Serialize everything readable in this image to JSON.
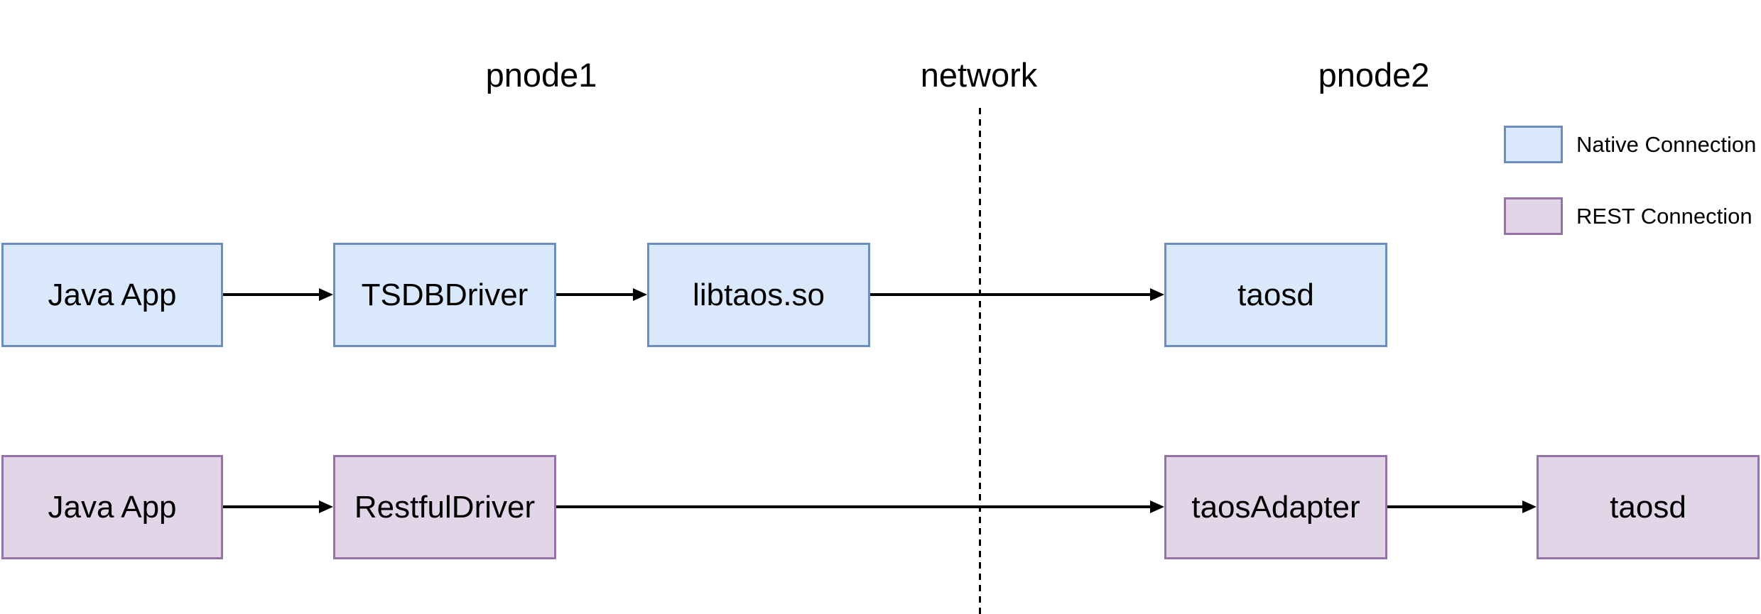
{
  "diagram": {
    "title_hint": "TDengine Java connector architecture",
    "headers": [
      "pnode1",
      "network",
      "pnode2"
    ],
    "nodes": {
      "native": [
        "Java App",
        "TSDBDriver",
        "libtaos.so",
        "taosd"
      ],
      "rest": [
        "Java App",
        "RestfulDriver",
        "taosAdapter",
        "taosd"
      ]
    },
    "legend": {
      "native": "Native Connection",
      "rest": "REST Connection"
    },
    "colors": {
      "native_fill": "#dae8fc",
      "native_border": "#6c8ebf",
      "rest_fill": "#e1d5e7",
      "rest_border": "#9673a6",
      "line": "#000000",
      "bg": "#ffffff",
      "text": "#000000"
    }
  }
}
